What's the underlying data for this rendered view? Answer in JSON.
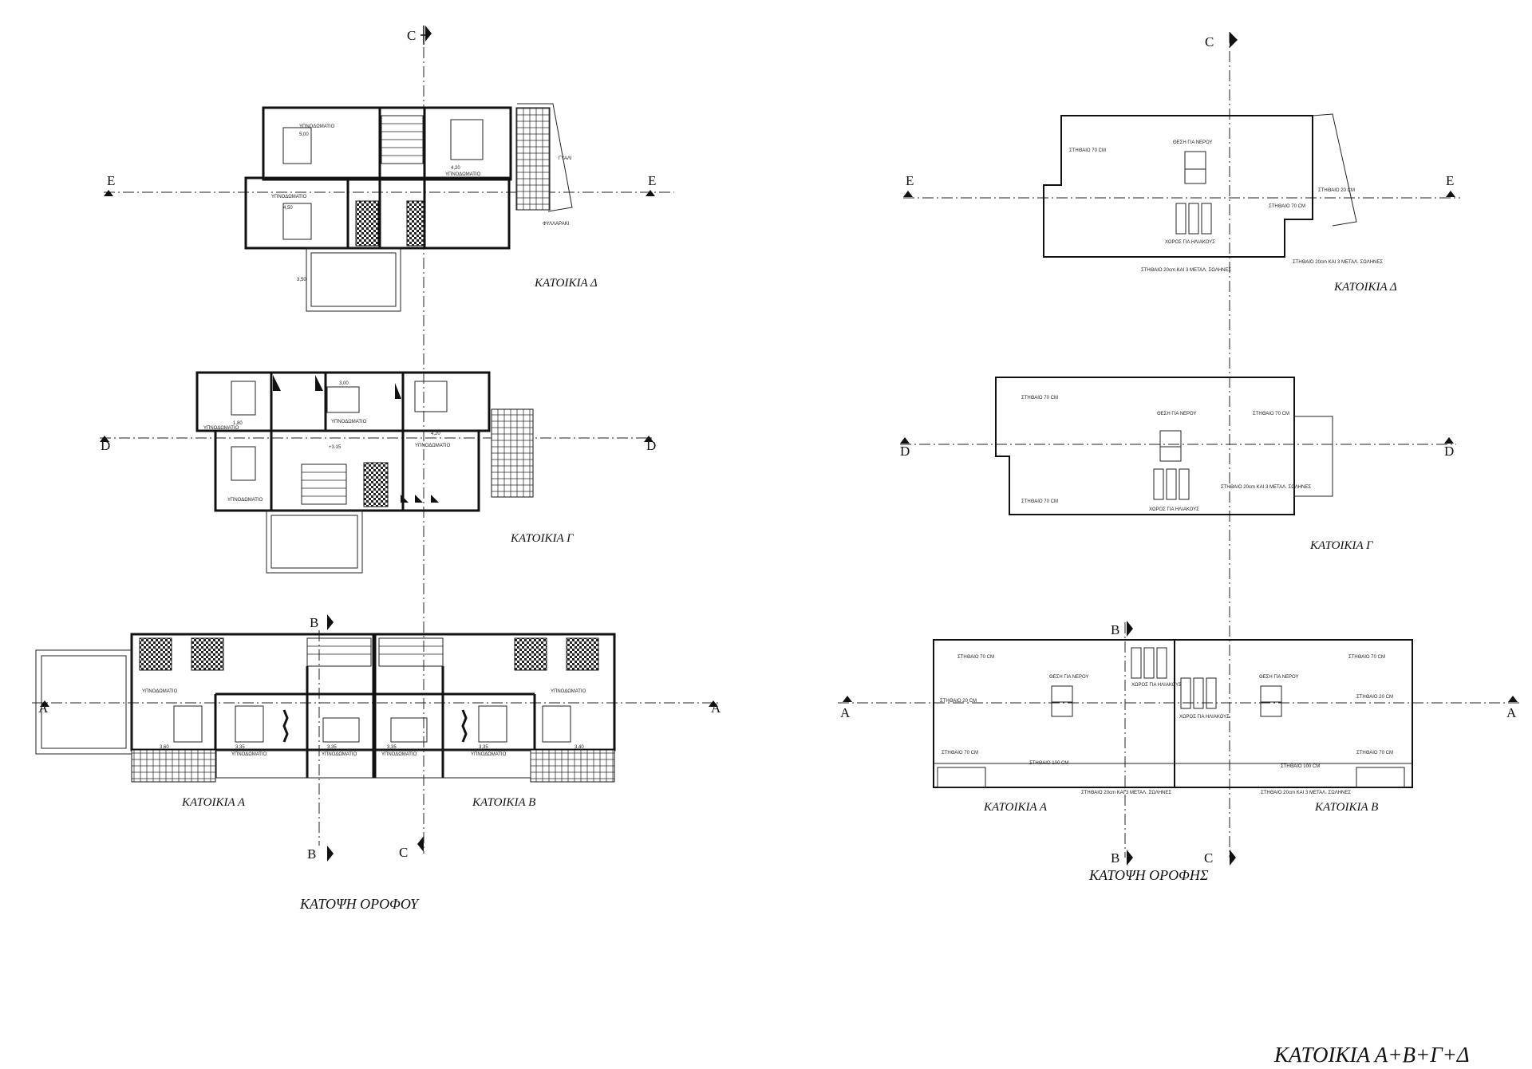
{
  "titles": {
    "upper_floor": "ΚΑΤΟΨΗ ΟΡΟΦΟΥ",
    "roof": "ΚΑΤΟΨΗ ΟΡΟΦΗΣ",
    "sheet": "ΚΑΤΟΙΚΙΑ Α+Β+Γ+Δ"
  },
  "houses": {
    "a": "ΚΑΤΟΙΚΙΑ Α",
    "b": "ΚΑΤΟΙΚΙΑ Β",
    "g": "ΚΑΤΟΙΚΙΑ Γ",
    "d": "ΚΑΤΟΙΚΙΑ Δ"
  },
  "axes": {
    "a": "Α",
    "b": "Β",
    "c": "C",
    "d": "D",
    "e": "E"
  },
  "rooms": {
    "bedroom": "ΥΠΝΟΔΩΜΑΤΙΟ",
    "glass": "ΓΥΑΛΙ",
    "planter": "ΦΥΛΛΑΡΑΚΙ"
  },
  "roof_notes": {
    "parapet_70": "ΣΤΗΘΑΙΟ 70 CM",
    "parapet_20": "ΣΤΗΘΑΙΟ 20 CM",
    "parapet_100": "ΣΤΗΘΑΙΟ 100 CM",
    "parapet_rails": "ΣΤΗΘΑΙΟ 20cm ΚΑΙ 3 ΜΕΤΑΛ. ΣΩΛΗΝΕΣ",
    "tank_spot": "ΘΕΣΗ ΓΙΑ ΝΕΡΟΥ",
    "collector_space": "ΧΩΡΟΣ ΓΙΑ ΗΛΙΑΚΟΥΣ"
  },
  "dims": {
    "d1": "5,00",
    "d2": "4,50",
    "d3": "4,20",
    "d4": "3,50",
    "d5": "3,60",
    "d6": "3,35",
    "d7": "3,40",
    "d8": "3,00",
    "d9": "+3.15",
    "d10": "1,80"
  }
}
